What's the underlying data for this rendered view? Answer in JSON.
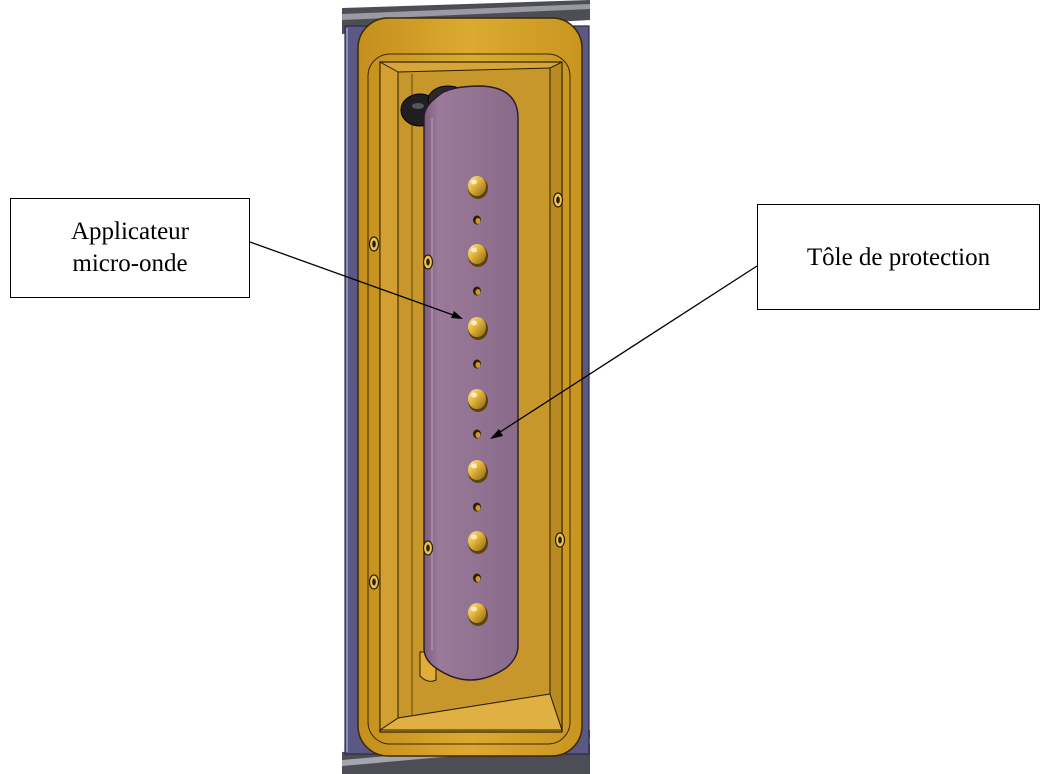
{
  "callouts": {
    "applicateur": {
      "line1": "Applicateur",
      "line2": "micro-onde"
    },
    "tole": {
      "label": "Tôle de protection"
    }
  },
  "colors": {
    "frame_gold": "#d9a52a",
    "frame_gold_dark": "#a87a12",
    "recess_gold": "#c69a2e",
    "applicator_purple": "#8e6a8e",
    "backing_blue": "#5d5a86",
    "hole_gold": "#e6b83a"
  }
}
